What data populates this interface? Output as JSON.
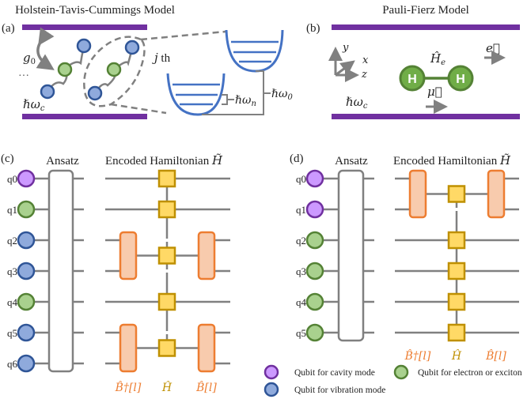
{
  "colors": {
    "cavity_bar": "#7030a0",
    "cavity_fill": "#cc99ff",
    "cavity_stroke": "#7030a0",
    "electron_fill": "#a9d18e",
    "electron_stroke": "#548235",
    "vibration_fill": "#8faadc",
    "vibration_stroke": "#2f5597",
    "wire": "#808080",
    "gate_fill": "#ffd966",
    "gate_stroke": "#bf9000",
    "boson_fill": "#f8cbad",
    "boson_stroke": "#ed7d31",
    "label_orange": "#ed7d31",
    "well_blue": "#4472c4",
    "molecule_fill": "#70ad47",
    "molecule_stroke": "#548235"
  },
  "panel_a": {
    "label": "(a)",
    "title": "Holstein-Tavis-Cummings Model",
    "coupling": "g",
    "coupling_sub": "0",
    "ellipsis": "···",
    "cavity_freq": "ℏω",
    "cavity_freq_sub": "c",
    "jth_j": "j",
    "jth_suffix": " th",
    "omega_n": "ℏω",
    "omega_n_sub": "n",
    "omega_0": "ℏω",
    "omega_0_sub": "0"
  },
  "panel_b": {
    "label": "(b)",
    "title": "Pauli-Fierz Model",
    "axis_y": "y",
    "axis_x": "x",
    "axis_z": "z",
    "hamiltonian_e": "Ĥ",
    "hamiltonian_e_sub": "e",
    "atom_left": "H",
    "atom_right": "H",
    "field_vector": "e⃗",
    "dipole_vector": "μ⃗",
    "cavity_freq": "ℏω",
    "cavity_freq_sub": "c"
  },
  "panel_c": {
    "label": "(c)",
    "ansatz_label": "Ansatz",
    "encoded_label": "Encoded Hamiltonian ",
    "encoded_symbol": "H̃",
    "qubits": [
      {
        "name": "q0",
        "type": "cavity"
      },
      {
        "name": "q1",
        "type": "electron"
      },
      {
        "name": "q2",
        "type": "vibration"
      },
      {
        "name": "q3",
        "type": "vibration"
      },
      {
        "name": "q4",
        "type": "electron"
      },
      {
        "name": "q5",
        "type": "vibration"
      },
      {
        "name": "q6",
        "type": "vibration"
      }
    ],
    "op_labels": [
      "B̂†[l]",
      "Ĥ",
      "B̂[l]"
    ]
  },
  "panel_d": {
    "label": "(d)",
    "ansatz_label": "Ansatz",
    "encoded_label": "Encoded Hamiltonian ",
    "encoded_symbol": "H̃",
    "qubits": [
      {
        "name": "q0",
        "type": "cavity"
      },
      {
        "name": "q1",
        "type": "cavity"
      },
      {
        "name": "q2",
        "type": "electron"
      },
      {
        "name": "q3",
        "type": "electron"
      },
      {
        "name": "q4",
        "type": "electron"
      },
      {
        "name": "q5",
        "type": "electron"
      }
    ],
    "op_labels": [
      "B̂†[l]",
      "Ĥ",
      "B̂[l]"
    ]
  },
  "legend": {
    "cavity": "Qubit for cavity mode",
    "electron": "Qubit for electron or exciton",
    "vibration": "Qubit for vibration mode"
  }
}
